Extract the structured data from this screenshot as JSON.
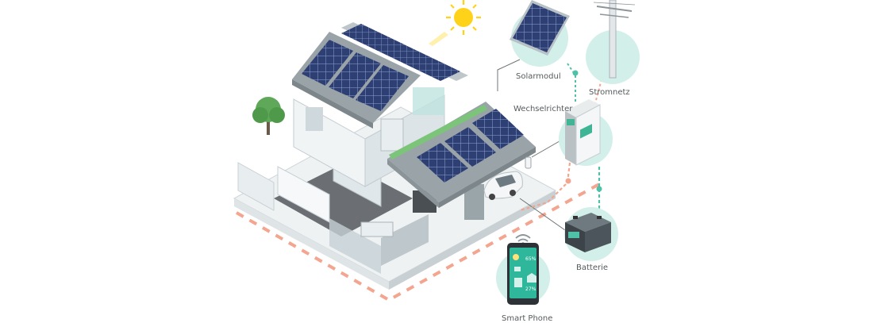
{
  "labels": {
    "solar_module": "Solarmodul",
    "grid": "Stromnetz",
    "inverter": "Wechselrichter",
    "battery": "Batterie",
    "smart_phone": "Smart Phone"
  },
  "phone_screen": {
    "percent_top": "65%",
    "percent_bottom": "27%"
  },
  "colors": {
    "teal": "#4fc1a8",
    "teal_circle": "#d3efe9",
    "salmon": "#f4a58f",
    "solar_blue": "#2d3f73",
    "sun": "#ffd21a",
    "phone_screen": "#2fb79b"
  },
  "icons": [
    "sun-icon",
    "wifi-icon",
    "tree-icon",
    "car-icon",
    "power-pole-icon",
    "battery-icon",
    "inverter-icon",
    "solar-panel-icon",
    "smartphone-icon"
  ]
}
